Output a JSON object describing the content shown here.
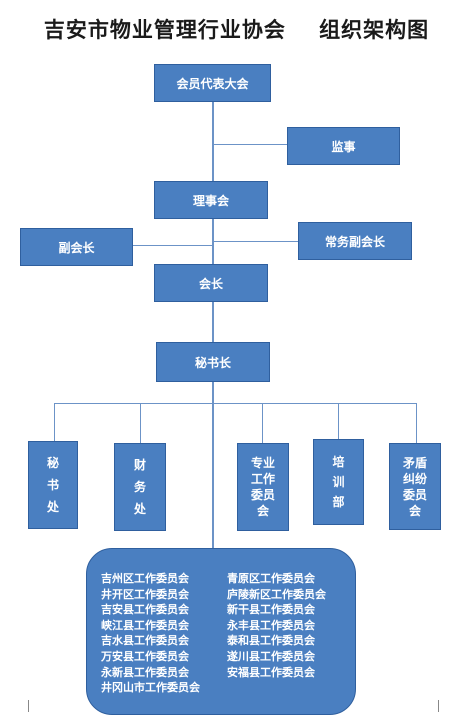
{
  "title": "吉安市物业管理行业协会    组织架构图",
  "nodes": {
    "congress": "会员代表大会",
    "supervisor": "监事",
    "council": "理事会",
    "vice_president": "副会长",
    "executive_vice_president": "常务副会长",
    "president": "会长",
    "secretary_general": "秘书长"
  },
  "departments": [
    {
      "label": "秘\n书\n处",
      "chars": [
        "秘",
        "书",
        "处"
      ]
    },
    {
      "label": "财\n务\n处",
      "chars": [
        "财",
        "务",
        "处"
      ]
    },
    {
      "label": "专业\n工作\n委员\n会",
      "chars": [
        "专业",
        "工作",
        "委员",
        "会"
      ]
    },
    {
      "label": "培\n训\n部",
      "chars": [
        "培",
        "训",
        "部"
      ]
    },
    {
      "label": "矛盾\n纠纷\n委员\n会",
      "chars": [
        "矛盾",
        "纠纷",
        "委员",
        "会"
      ]
    }
  ],
  "committees_left": [
    "吉州区工作委员会",
    "井开区工作委员会",
    "吉安县工作委员会",
    "峡江县工作委员会",
    "吉水县工作委员会",
    "万安县工作委员会",
    "永新县工作委员会",
    "井冈山市工作委员会"
  ],
  "committees_right": [
    "青原区工作委员会",
    "庐陵新区工作委员会",
    "新干县工作委员会",
    "永丰县工作委员会",
    "泰和县工作委员会",
    "遂川县工作委员会",
    "安福县工作委员会"
  ],
  "colors": {
    "box_fill": "#4a7fc1",
    "box_border": "#2f5f9e",
    "connector": "#6c93c7",
    "text": "#ffffff"
  }
}
